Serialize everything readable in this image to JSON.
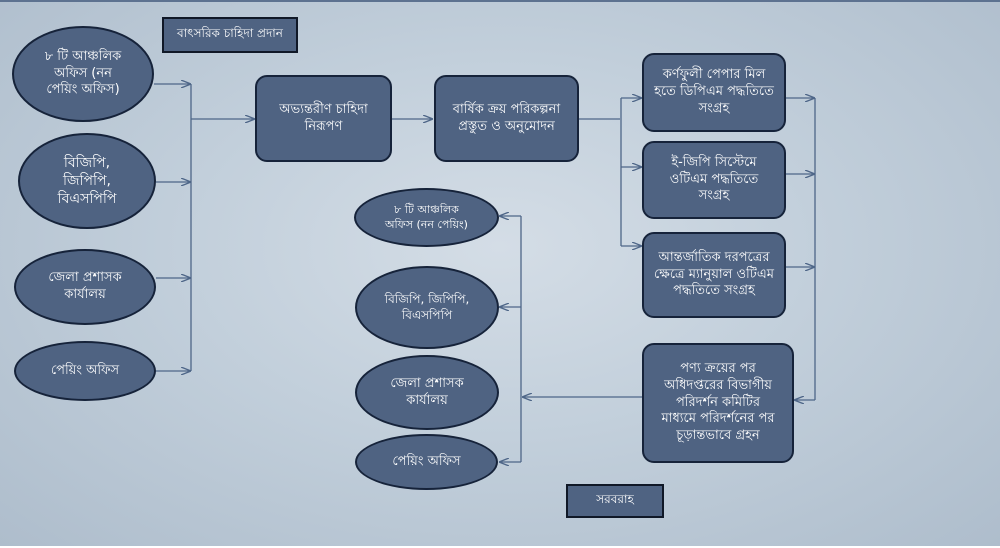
{
  "title_label": "বাৎসরিক চাহিদা প্রদান",
  "footer_label": "সরবরাহ",
  "left_nodes": [
    "৮ টি আঞ্চলিক\nঅফিস (নন\nপেয়িং অফিস)",
    "বিজিপি,\nজিপিপি,\nবিএসপিপি",
    "জেলা প্রশাসক\nকার্যালয়",
    "পেয়িং অফিস"
  ],
  "process_nodes": [
    "অভ্যন্তরীণ চাহিদা\nনিরূপণ",
    "বার্ষিক ক্রয় পরিকল্পনা\nপ্রস্তুত ও অনুমোদন"
  ],
  "procurement_nodes": [
    "কর্ণফুলী পেপার মিল\nহতে ডিপিএম পদ্ধতিতে\nসংগ্রহ",
    "ই-জিপি সিস্টেমে\nওটিএম পদ্ধতিতে\nসংগ্রহ",
    "আন্তর্জাতিক দরপত্রের\nক্ষেত্রে ম্যানুয়াল ওটিএম\nপদ্ধতিতে সংগ্রহ"
  ],
  "inspection_node": "পণ্য ক্রয়ের পর\nঅধিদপ্তরের বিভাগীয়\nপরিদর্শন কমিটির\nমাধ্যমে পরিদর্শনের পর\nচূড়ান্তভাবে গ্রহন",
  "supply_nodes": [
    "৮ টি আঞ্চলিক\nঅফিস (নন পেয়িং)",
    "বিজিপি, জিপিপি,\nবিএসপিপি",
    "জেলা প্রশাসক\nকার্যালয়",
    "পেয়িং অফিস"
  ],
  "colors": {
    "node_fill": "#4f6382",
    "node_border": "#16233a",
    "line": "#4e6688",
    "background": "#c2cfdb"
  }
}
